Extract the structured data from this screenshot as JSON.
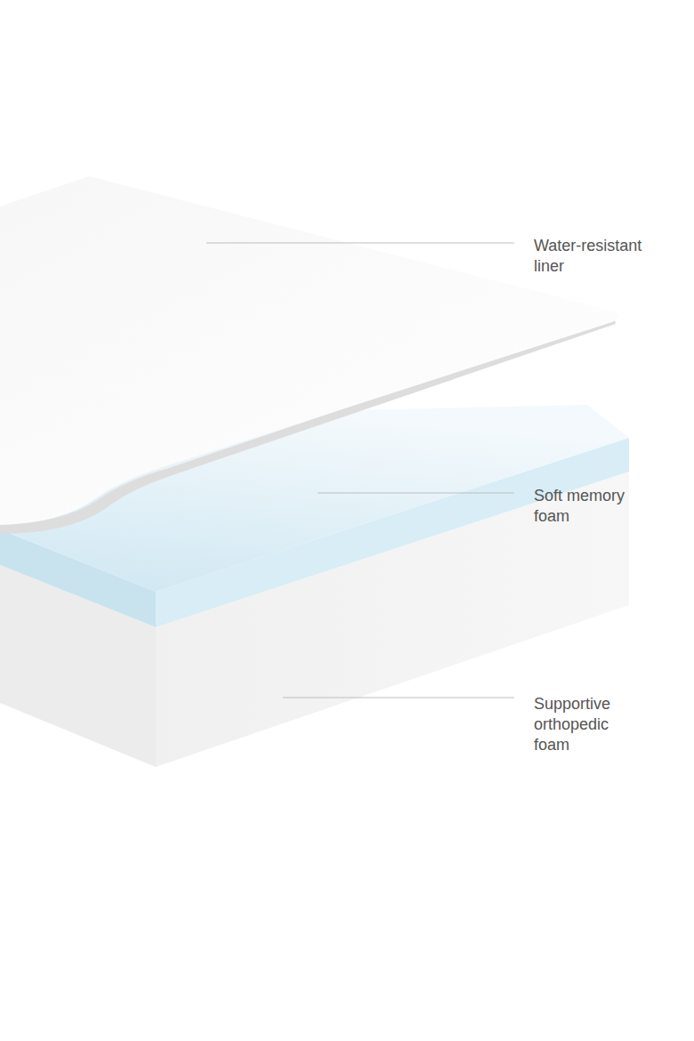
{
  "diagram": {
    "labels": [
      "Water-resistant liner",
      "Soft memory foam",
      "Supportive orthopedic foam"
    ]
  }
}
